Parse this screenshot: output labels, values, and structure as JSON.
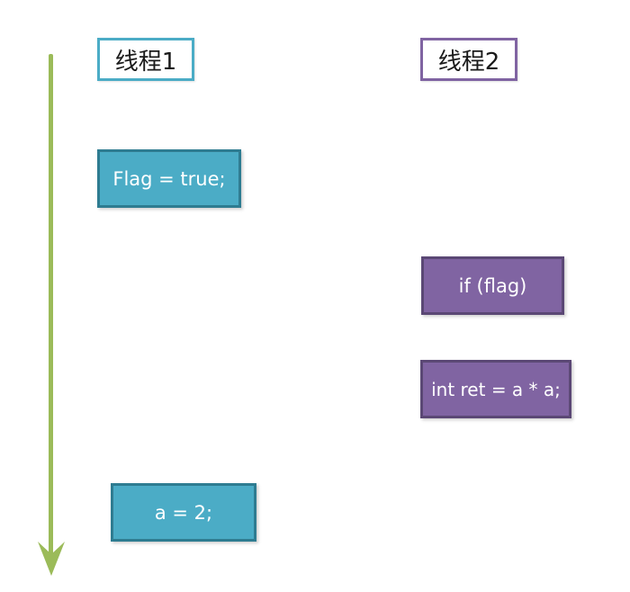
{
  "diagram": {
    "background": "#ffffff",
    "timeline_arrow": {
      "direction": "down",
      "color": "#9BBB59"
    },
    "threads": [
      {
        "label": "线程1",
        "accent": "#4BACC6",
        "box_fill": "#4BACC6",
        "box_border": "#2E7C91",
        "text_color": "#ffffff",
        "steps": [
          {
            "text": "Flag = true;"
          },
          {
            "text": "a = 2;"
          }
        ]
      },
      {
        "label": "线程2",
        "accent": "#8064A2",
        "box_fill": "#8064A2",
        "box_border": "#5B4875",
        "text_color": "#ffffff",
        "steps": [
          {
            "text": "if (flag)"
          },
          {
            "text": "int ret = a * a;"
          }
        ]
      }
    ]
  }
}
